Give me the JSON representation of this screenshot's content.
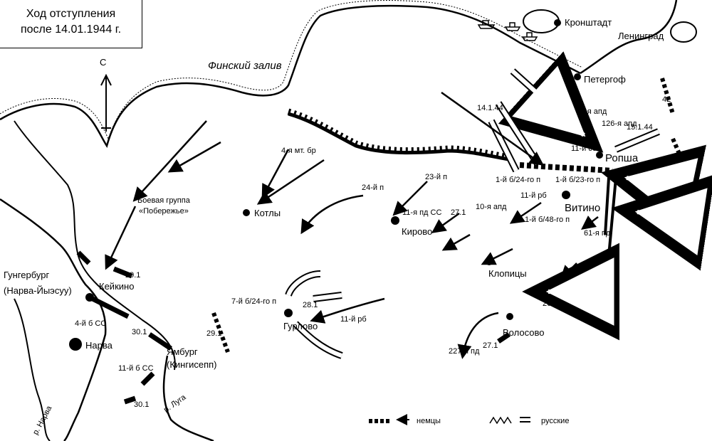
{
  "title": {
    "line1": "Ход отступления",
    "line2": "после 14.01.1944 г."
  },
  "north": "С",
  "water": {
    "gulf": "Финский залив",
    "river_narva": "р. Нарва",
    "river_luga": "р. Луга"
  },
  "places": {
    "kronstadt": "Кронштадт",
    "leningrad": "Ленинград",
    "peterhof": "Петергоф",
    "ropsha": "Ропша",
    "vitino": "Витино",
    "kotly": "Котлы",
    "kirovo": "Кирово",
    "klopitsy": "Клопицы",
    "volosovo": "Волосово",
    "gurlovo": "Гурлово",
    "keikino": "Кейкино",
    "hungerburg": "Гунгербург",
    "hungerburg_alt": "(Нарва-Йыэсуу)",
    "narva": "Нарва",
    "yamburg": "Ямбург",
    "yamburg_alt": "(Кингисепп)"
  },
  "units": {
    "u9apd": "9-я апд",
    "u126apd": "126-я апд",
    "u42": "42",
    "u11sb": "11-й сб",
    "u1b24": "1-й б/24-го п",
    "u1b23": "1-й б/23-го п",
    "u11rb": "11-й рб",
    "u10apd": "10-я апд",
    "u1b48": "1-й б/48-го п",
    "u61pd": "61-я пд",
    "u4mtbr": "4-я мт. бр",
    "u24p": "24-й п",
    "u23p": "23-й п",
    "u11pdss": "11-я пд СС",
    "battle_group1": "Боевая группа",
    "battle_group2": "«Побережье»",
    "u227pd": "227-я пд",
    "u7b24": "7-й б/24-го п",
    "u11rb2": "11-й рб",
    "u4bss": "4-й б СС",
    "u11bss": "11-й б СС"
  },
  "dates": {
    "d1": "14.1.44",
    "d2": "15.1.44",
    "d3": "27.1",
    "d4": "26.1",
    "d5": "27.1",
    "d6": "28.1",
    "d7": "29.1",
    "d8": "29.1",
    "d9": "30.1",
    "d10": "30.1"
  },
  "legend": {
    "germans": "немцы",
    "russians": "русские"
  }
}
